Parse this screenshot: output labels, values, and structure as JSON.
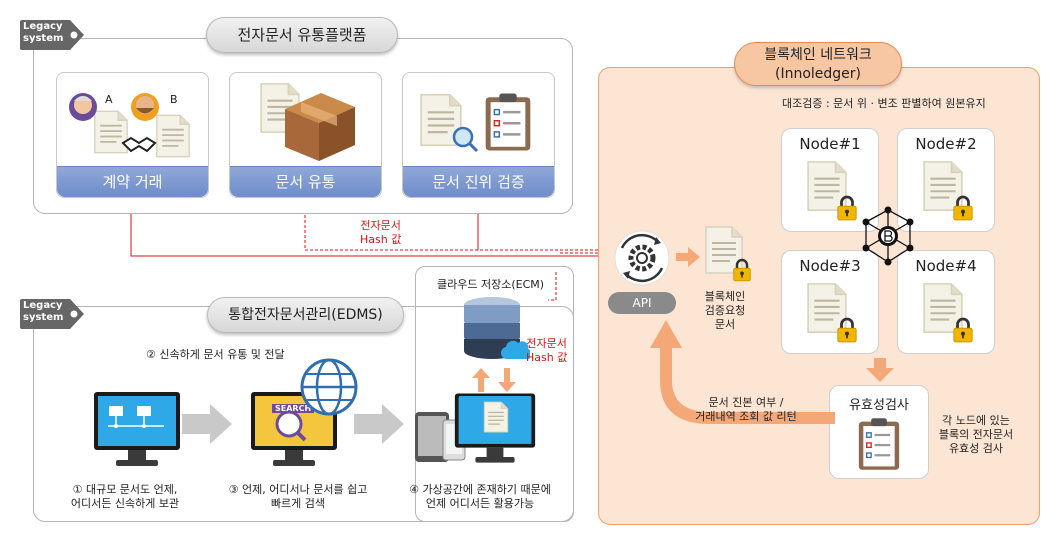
{
  "legacy_label_1": "Legacy",
  "legacy_label_2": "system",
  "top": {
    "title": "전자문서 유통플랫폼",
    "cards": [
      {
        "label": "계약 거래",
        "person_a": "A",
        "person_b": "B"
      },
      {
        "label": "문서 유통"
      },
      {
        "label": "문서 진위 검증"
      }
    ],
    "hash_line1": "전자문서",
    "hash_line2": "Hash 값"
  },
  "edms": {
    "title": "통합전자문서관리(EDMS)",
    "cloud_label": "클라우드 저장소(ECM)",
    "hash_line1": "전자문서",
    "hash_line2": "Hash 값",
    "step2": "② 신속하게 문서 유통 및 전달",
    "search_text": "SEARCH",
    "step1_line1": "① 대규모 문서도 언제,",
    "step1_line2": "어디서든 신속하게 보관",
    "step3_line1": "③ 언제, 어디서나 문서를 쉽고",
    "step3_line2": "빠르게 검색",
    "step4_line1": "④ 가상공간에 존재하기 때문에",
    "step4_line2": "언제 어디서든 활용가능"
  },
  "blockchain": {
    "title_line1": "블록체인 네트워크",
    "title_line2": "(Innoledger)",
    "subtitle": "대조검증 : 문서 위 · 변조 판별하여 원본유지",
    "api_label": "API",
    "request_line1": "블록체인",
    "request_line2": "검증요청",
    "request_line3": "문서",
    "nodes": [
      "Node#1",
      "Node#2",
      "Node#3",
      "Node#4"
    ],
    "validity_title": "유효성검사",
    "return_line1": "문서 진본 여부 /",
    "return_line2": "거래내역 조회 값 리턴",
    "check_line1": "각 노드에 있는",
    "check_line2": "블록의 전자문서",
    "check_line3": "유효성 검사"
  },
  "colors": {
    "accent_blue": "#6f8ccb",
    "blockchain_bg": "#fde5d4",
    "blockchain_border": "#f0a070",
    "hash_red": "#d11111",
    "lock_gold": "#f0b400"
  }
}
